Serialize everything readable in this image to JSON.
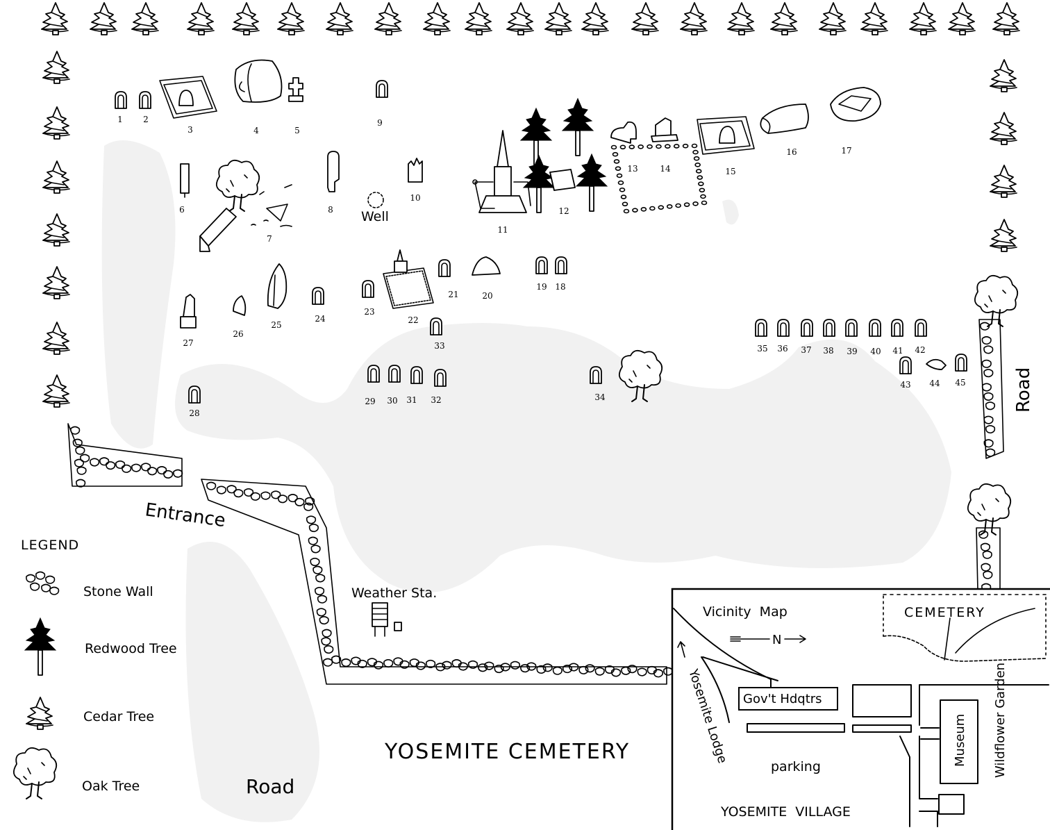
{
  "map": {
    "title": "YOSEMITE CEMETERY",
    "labels": {
      "entrance": "Entrance",
      "road_bottom": "Road",
      "road_right": "Road",
      "well": "Well",
      "weather_station": "Weather Sta."
    },
    "plots": [
      {
        "id": "1",
        "kind": "headstone"
      },
      {
        "id": "2",
        "kind": "headstone"
      },
      {
        "id": "3",
        "kind": "fenced-grave"
      },
      {
        "id": "4",
        "kind": "boulder"
      },
      {
        "id": "5",
        "kind": "cross"
      },
      {
        "id": "6",
        "kind": "post"
      },
      {
        "id": "7",
        "kind": "bench-and-stones"
      },
      {
        "id": "8",
        "kind": "post"
      },
      {
        "id": "9",
        "kind": "headstone"
      },
      {
        "id": "10",
        "kind": "marker"
      },
      {
        "id": "11",
        "kind": "obelisk"
      },
      {
        "id": "12",
        "kind": "box-tomb"
      },
      {
        "id": "13",
        "kind": "headstone"
      },
      {
        "id": "14",
        "kind": "monument"
      },
      {
        "id": "15",
        "kind": "fenced-grave"
      },
      {
        "id": "16",
        "kind": "log"
      },
      {
        "id": "17",
        "kind": "boulder"
      },
      {
        "id": "18",
        "kind": "headstone"
      },
      {
        "id": "19",
        "kind": "headstone"
      },
      {
        "id": "20",
        "kind": "boulder"
      },
      {
        "id": "21",
        "kind": "headstone"
      },
      {
        "id": "22",
        "kind": "fenced-obelisk"
      },
      {
        "id": "23",
        "kind": "headstone"
      },
      {
        "id": "24",
        "kind": "headstone"
      },
      {
        "id": "25",
        "kind": "standing-stone"
      },
      {
        "id": "26",
        "kind": "stone"
      },
      {
        "id": "27",
        "kind": "pointed-stone"
      },
      {
        "id": "28",
        "kind": "headstone"
      },
      {
        "id": "29",
        "kind": "headstone"
      },
      {
        "id": "30",
        "kind": "headstone"
      },
      {
        "id": "31",
        "kind": "headstone"
      },
      {
        "id": "32",
        "kind": "headstone"
      },
      {
        "id": "33",
        "kind": "headstone"
      },
      {
        "id": "34",
        "kind": "headstone"
      },
      {
        "id": "35",
        "kind": "headstone"
      },
      {
        "id": "36",
        "kind": "headstone"
      },
      {
        "id": "37",
        "kind": "headstone"
      },
      {
        "id": "38",
        "kind": "headstone"
      },
      {
        "id": "39",
        "kind": "headstone"
      },
      {
        "id": "40",
        "kind": "headstone"
      },
      {
        "id": "41",
        "kind": "headstone"
      },
      {
        "id": "42",
        "kind": "headstone"
      },
      {
        "id": "43",
        "kind": "headstone"
      },
      {
        "id": "44",
        "kind": "stone"
      },
      {
        "id": "45",
        "kind": "headstone"
      }
    ]
  },
  "legend": {
    "title": "LEGEND",
    "items": [
      {
        "label": "Stone Wall",
        "icon": "stone-wall-icon"
      },
      {
        "label": "Redwood Tree",
        "icon": "redwood-tree-icon"
      },
      {
        "label": "Cedar Tree",
        "icon": "cedar-tree-icon"
      },
      {
        "label": "Oak Tree",
        "icon": "oak-tree-icon"
      }
    ]
  },
  "vicinity": {
    "title": "Vicinity  Map",
    "north": "N",
    "cemetery": "CEMETERY",
    "govt": "Gov't Hdqtrs",
    "parking": "parking",
    "museum": "Museum",
    "garden": "Wildflower Garden",
    "lodge": "Yosemite Lodge",
    "village": "YOSEMITE  VILLAGE"
  },
  "colors": {
    "ink": "#000000",
    "paper": "#ffffff",
    "shadow": "#f1f1f1"
  }
}
